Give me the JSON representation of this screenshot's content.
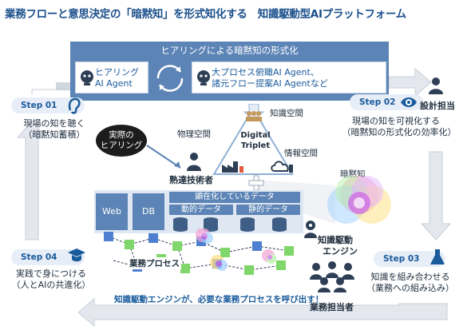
{
  "title": "業務フローと意思決定の「暗黙知」を形式知化する　知識駆動型AIプラットフォーム",
  "top_panel": {
    "heading": "ヒアリングによる暗黙知の形式化",
    "agent_left_line1": "ヒアリング",
    "agent_left_line2": "AI Agent",
    "agent_right_line1": "大プロセス俯瞰AI Agent、",
    "agent_right_line2": "諸元フロー提案AI Agentなど"
  },
  "steps": {
    "step1": {
      "badge": "Step 01",
      "line1": "現場の知を聴く",
      "line2": "（暗黙知蓄積）"
    },
    "step2": {
      "badge": "Step 02",
      "role": "設計担当",
      "line1": "現場の知を可視化する",
      "line2": "（暗黙知の形式化の効率化）"
    },
    "step3": {
      "badge": "Step 03",
      "line1": "知識を組み合わせる",
      "line2": "（業務への組み込み）"
    },
    "step4": {
      "badge": "Step 04",
      "line1": "実践で身につける",
      "line2": "（人とAIの共進化）"
    }
  },
  "center": {
    "bubble_line1": "実際の",
    "bubble_line2": "ヒアリング",
    "physical_space": "物理空間",
    "knowledge_space": "知識空間",
    "info_space": "情報空間",
    "twin_line1": "Digital",
    "twin_line2": "Triplet",
    "expert": "熟達技術者",
    "tacit": "暗黙知",
    "engine_line1": "知識駆動",
    "engine_line2": "エンジン",
    "business_staff": "業務担当者"
  },
  "data_panel": {
    "web": "Web",
    "db": "DB",
    "explicit": "顕在化しているデータ",
    "dynamic": "動的データ",
    "static": "静的データ",
    "process": "業務プロセス"
  },
  "bottom_caption": "知識駆動エンジンが、必要な業務プロセスを呼び出す！",
  "colors": {
    "title": "#1a4f8b",
    "panel": "#5c84b6",
    "accent": "#1a5b9c",
    "arrow": "#d0d6de",
    "node_blue": "#4f7fd0",
    "node_green": "#7fd66a"
  },
  "icons": [
    "ear-icon",
    "eye-icon",
    "flask-icon",
    "graduation-cap-icon",
    "person-icon",
    "robot-icon",
    "cycle-icon",
    "factory-icon",
    "cloud-icon",
    "database-icon",
    "workers-icon"
  ]
}
